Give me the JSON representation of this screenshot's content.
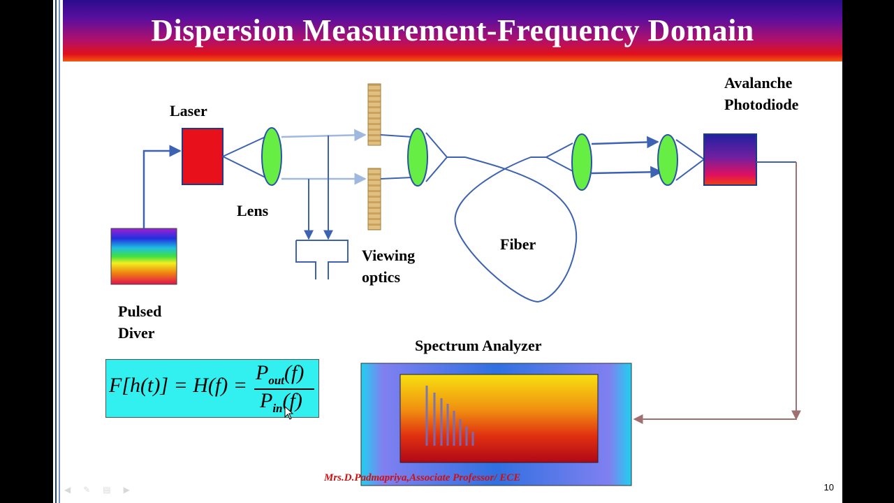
{
  "slide": {
    "title": "Dispersion Measurement-Frequency Domain",
    "page_number": "10",
    "footer": "Mrs.D.Padmapriya,Associate Professor/ ECE"
  },
  "labels": {
    "laser": "Laser",
    "lens": "Lens",
    "pulsed_driver": "Pulsed\nDiver",
    "viewing_optics": "Viewing\noptics",
    "fiber": "Fiber",
    "photodiode": "Avalanche\nPhotodiode",
    "spectrum_analyzer": "Spectrum Analyzer"
  },
  "formula": {
    "lhs": "F[h(t)] = H(f) =",
    "numerator_base": "P",
    "numerator_sub": "out",
    "numerator_arg": "(f)",
    "denominator_base": "P",
    "denominator_sub": "in",
    "denominator_arg": "(f)"
  },
  "player_controls": [
    "prev-icon",
    "pen-icon",
    "menu-icon",
    "next-icon"
  ],
  "colors": {
    "arrow": "#3d62b3",
    "laser": "#e8101a",
    "lens": "#66ee44",
    "feedback": "#a07070",
    "formula_bg": "#33f0f0"
  }
}
